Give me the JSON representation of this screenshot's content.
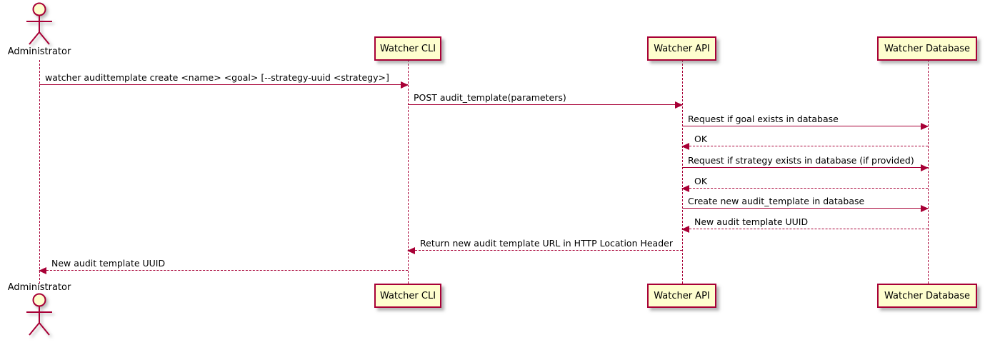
{
  "diagram": {
    "type": "sequence",
    "colors": {
      "accent": "#A80036",
      "participant_fill": "#FEFECE",
      "text": "#000000",
      "background": "#FFFFFF"
    },
    "actor": {
      "name": "Administrator"
    },
    "participants": [
      {
        "name": "Watcher CLI"
      },
      {
        "name": "Watcher API"
      },
      {
        "name": "Watcher Database"
      }
    ],
    "messages": [
      {
        "from": "Administrator",
        "to": "Watcher CLI",
        "line": "solid",
        "direction": "right",
        "label": "watcher audittemplate create <name> <goal> [--strategy-uuid <strategy>]"
      },
      {
        "from": "Watcher CLI",
        "to": "Watcher API",
        "line": "solid",
        "direction": "right",
        "label": "POST audit_template(parameters)"
      },
      {
        "from": "Watcher API",
        "to": "Watcher Database",
        "line": "solid",
        "direction": "right",
        "label": "Request if goal exists in database"
      },
      {
        "from": "Watcher Database",
        "to": "Watcher API",
        "line": "dashed",
        "direction": "left",
        "label": "OK"
      },
      {
        "from": "Watcher API",
        "to": "Watcher Database",
        "line": "solid",
        "direction": "right",
        "label": "Request if strategy exists in database (if provided)"
      },
      {
        "from": "Watcher Database",
        "to": "Watcher API",
        "line": "dashed",
        "direction": "left",
        "label": "OK"
      },
      {
        "from": "Watcher API",
        "to": "Watcher Database",
        "line": "solid",
        "direction": "right",
        "label": "Create new audit_template in database"
      },
      {
        "from": "Watcher Database",
        "to": "Watcher API",
        "line": "dashed",
        "direction": "left",
        "label": "New audit template UUID"
      },
      {
        "from": "Watcher API",
        "to": "Watcher CLI",
        "line": "dashed",
        "direction": "left",
        "label": "Return new audit template URL in HTTP Location Header"
      },
      {
        "from": "Watcher CLI",
        "to": "Administrator",
        "line": "dashed",
        "direction": "left",
        "label": "New audit template UUID"
      }
    ]
  }
}
